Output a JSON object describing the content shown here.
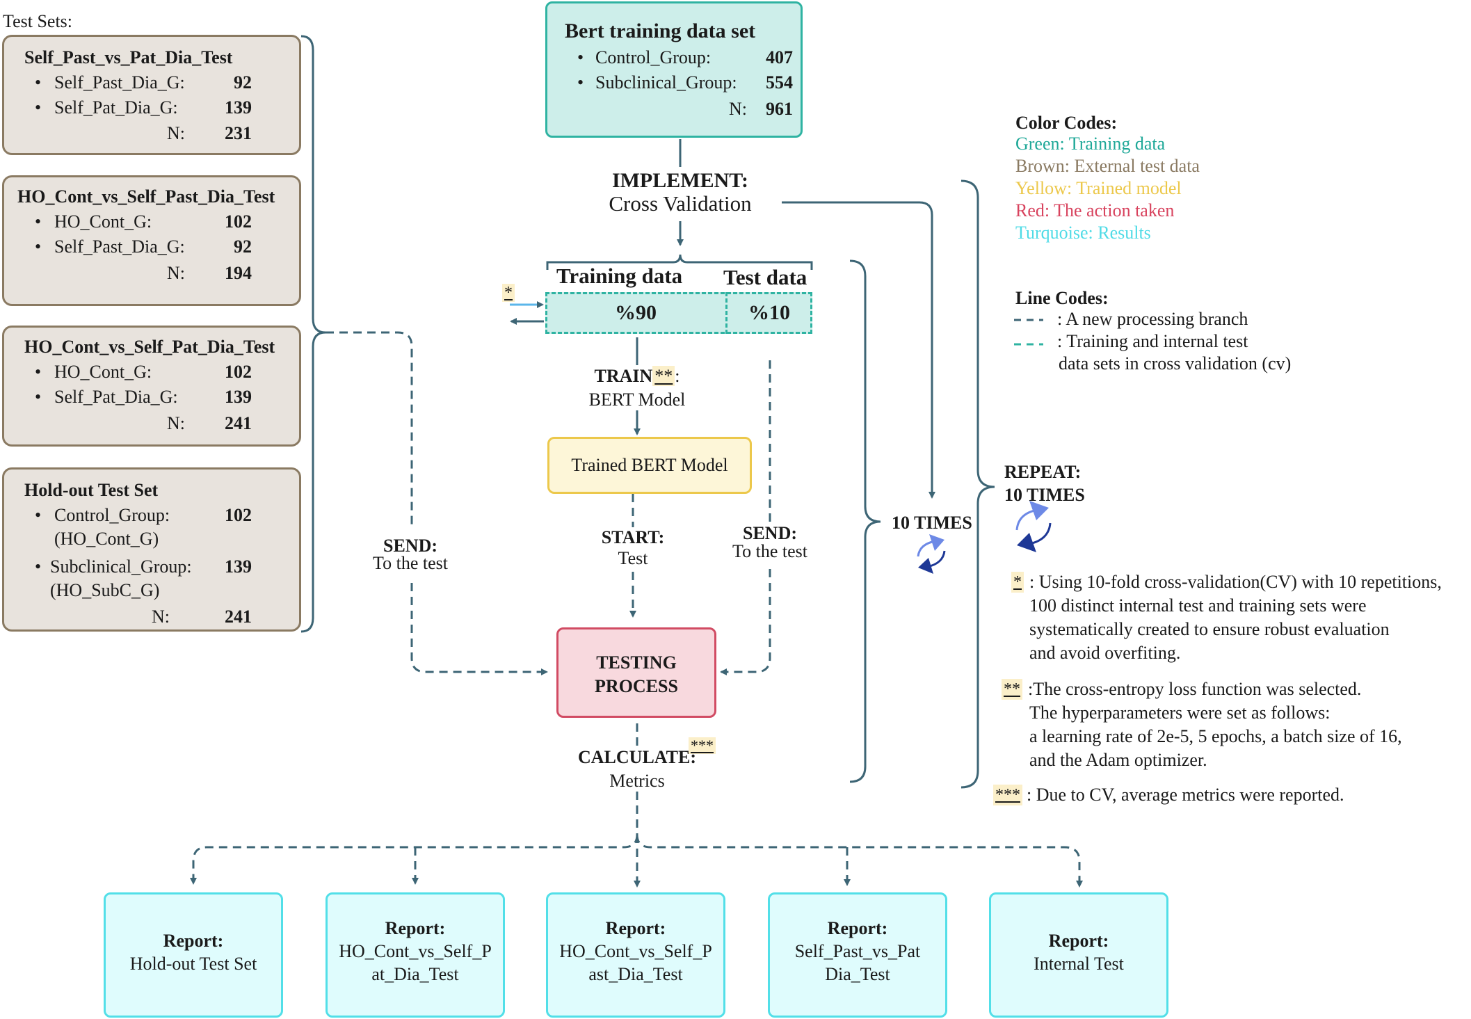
{
  "test_sets": {
    "header": "Test Sets:",
    "sets": [
      {
        "title": "Self_Past_vs_Pat_Dia_Test",
        "rows": [
          {
            "label": "Self_Past_Dia_G:",
            "value": "92"
          },
          {
            "label": "Self_Pat_Dia_G:",
            "value": "139"
          }
        ],
        "n_label": "N:",
        "n_value": "231"
      },
      {
        "title": "HO_Cont_vs_Self_Past_Dia_Test",
        "rows": [
          {
            "label": "HO_Cont_G:",
            "value": "102"
          },
          {
            "label": "Self_Past_Dia_G:",
            "value": "92"
          }
        ],
        "n_label": "N:",
        "n_value": "194"
      },
      {
        "title": "HO_Cont_vs_Self_Pat_Dia_Test",
        "rows": [
          {
            "label": "HO_Cont_G:",
            "value": "102"
          },
          {
            "label": "Self_Pat_Dia_G:",
            "value": "139"
          }
        ],
        "n_label": "N:",
        "n_value": "241"
      },
      {
        "title": "Hold-out Test Set",
        "rows": [
          {
            "label": "Control_Group:",
            "sublabel": "(HO_Cont_G)",
            "value": "102"
          },
          {
            "label": "Subclinical_Group:",
            "sublabel": "(HO_SubC_G)",
            "value": "139"
          }
        ],
        "n_label": "N:",
        "n_value": "241"
      }
    ]
  },
  "training_set": {
    "title": "Bert training data set",
    "rows": [
      {
        "label": "Control_Group:",
        "value": "407"
      },
      {
        "label": "Subclinical_Group:",
        "value": "554"
      }
    ],
    "n_label": "N:",
    "n_value": "961"
  },
  "implement": {
    "bold": "IMPLEMENT:",
    "text": "Cross Validation"
  },
  "split": {
    "train_label": "Training data",
    "test_label": "Test data",
    "train_pct": "%90",
    "test_pct": "%10"
  },
  "markers": {
    "one": "*",
    "two": "**",
    "three": "***"
  },
  "train_step": {
    "bold": "TRAIN",
    "suffix": ":",
    "text": "BERT Model"
  },
  "trained_model": "Trained BERT Model",
  "start": {
    "bold": "START:",
    "text": "Test"
  },
  "send_left": {
    "bold": "SEND:",
    "text": "To the test"
  },
  "send_right": {
    "bold": "SEND:",
    "text": "To the test"
  },
  "testing": {
    "line1": "TESTING",
    "line2": "PROCESS"
  },
  "calculate": {
    "bold": "CALCULATE:",
    "text": "Metrics"
  },
  "ten_times": "10 TIMES",
  "repeat": {
    "line1": "REPEAT:",
    "line2": "10 TIMES"
  },
  "reports": [
    {
      "bold": "Report:",
      "lines": [
        "Hold-out Test Set"
      ]
    },
    {
      "bold": "Report:",
      "lines": [
        "HO_Cont_vs_Self_P",
        "at_Dia_Test"
      ]
    },
    {
      "bold": "Report:",
      "lines": [
        "HO_Cont_vs_Self_P",
        "ast_Dia_Test"
      ]
    },
    {
      "bold": "Report:",
      "lines": [
        "Self_Past_vs_Pat",
        "Dia_Test"
      ]
    },
    {
      "bold": "Report:",
      "lines": [
        "Internal Test"
      ]
    }
  ],
  "color_codes": {
    "title": "Color Codes:",
    "items": [
      {
        "text": "Green: Training data",
        "color": "#1fa898"
      },
      {
        "text": "Brown: External test data",
        "color": "#8a7a62"
      },
      {
        "text": "Yellow: Trained model",
        "color": "#ecc84b"
      },
      {
        "text": "Red: The action taken",
        "color": "#d8435e"
      },
      {
        "text": "Turquoise: Results",
        "color": "#4fdbe6"
      }
    ]
  },
  "line_codes": {
    "title": "Line Codes:",
    "branch": ": A new processing branch",
    "cv_line1": ": Training and internal test",
    "cv_line2": "data sets in cross validation (cv)"
  },
  "notes": {
    "one": [
      "Using 10-fold cross-validation(CV) with 10 repetitions,",
      "100 distinct internal test and training sets were",
      "systematically created to ensure robust evaluation",
      "and avoid overfiting."
    ],
    "two": [
      "The cross-entropy loss function was selected.",
      "The hyperparameters were set as follows:",
      "a learning rate of 2e-5, 5 epochs, a batch size of 16,",
      "and the Adam optimizer."
    ],
    "three": "Due to CV, average metrics were reported."
  },
  "colors": {
    "line": "#3d6575",
    "arrow_blue": "#5bb6ea",
    "cycle_light": "#6d89e6",
    "cycle_dark": "#1e3896"
  }
}
